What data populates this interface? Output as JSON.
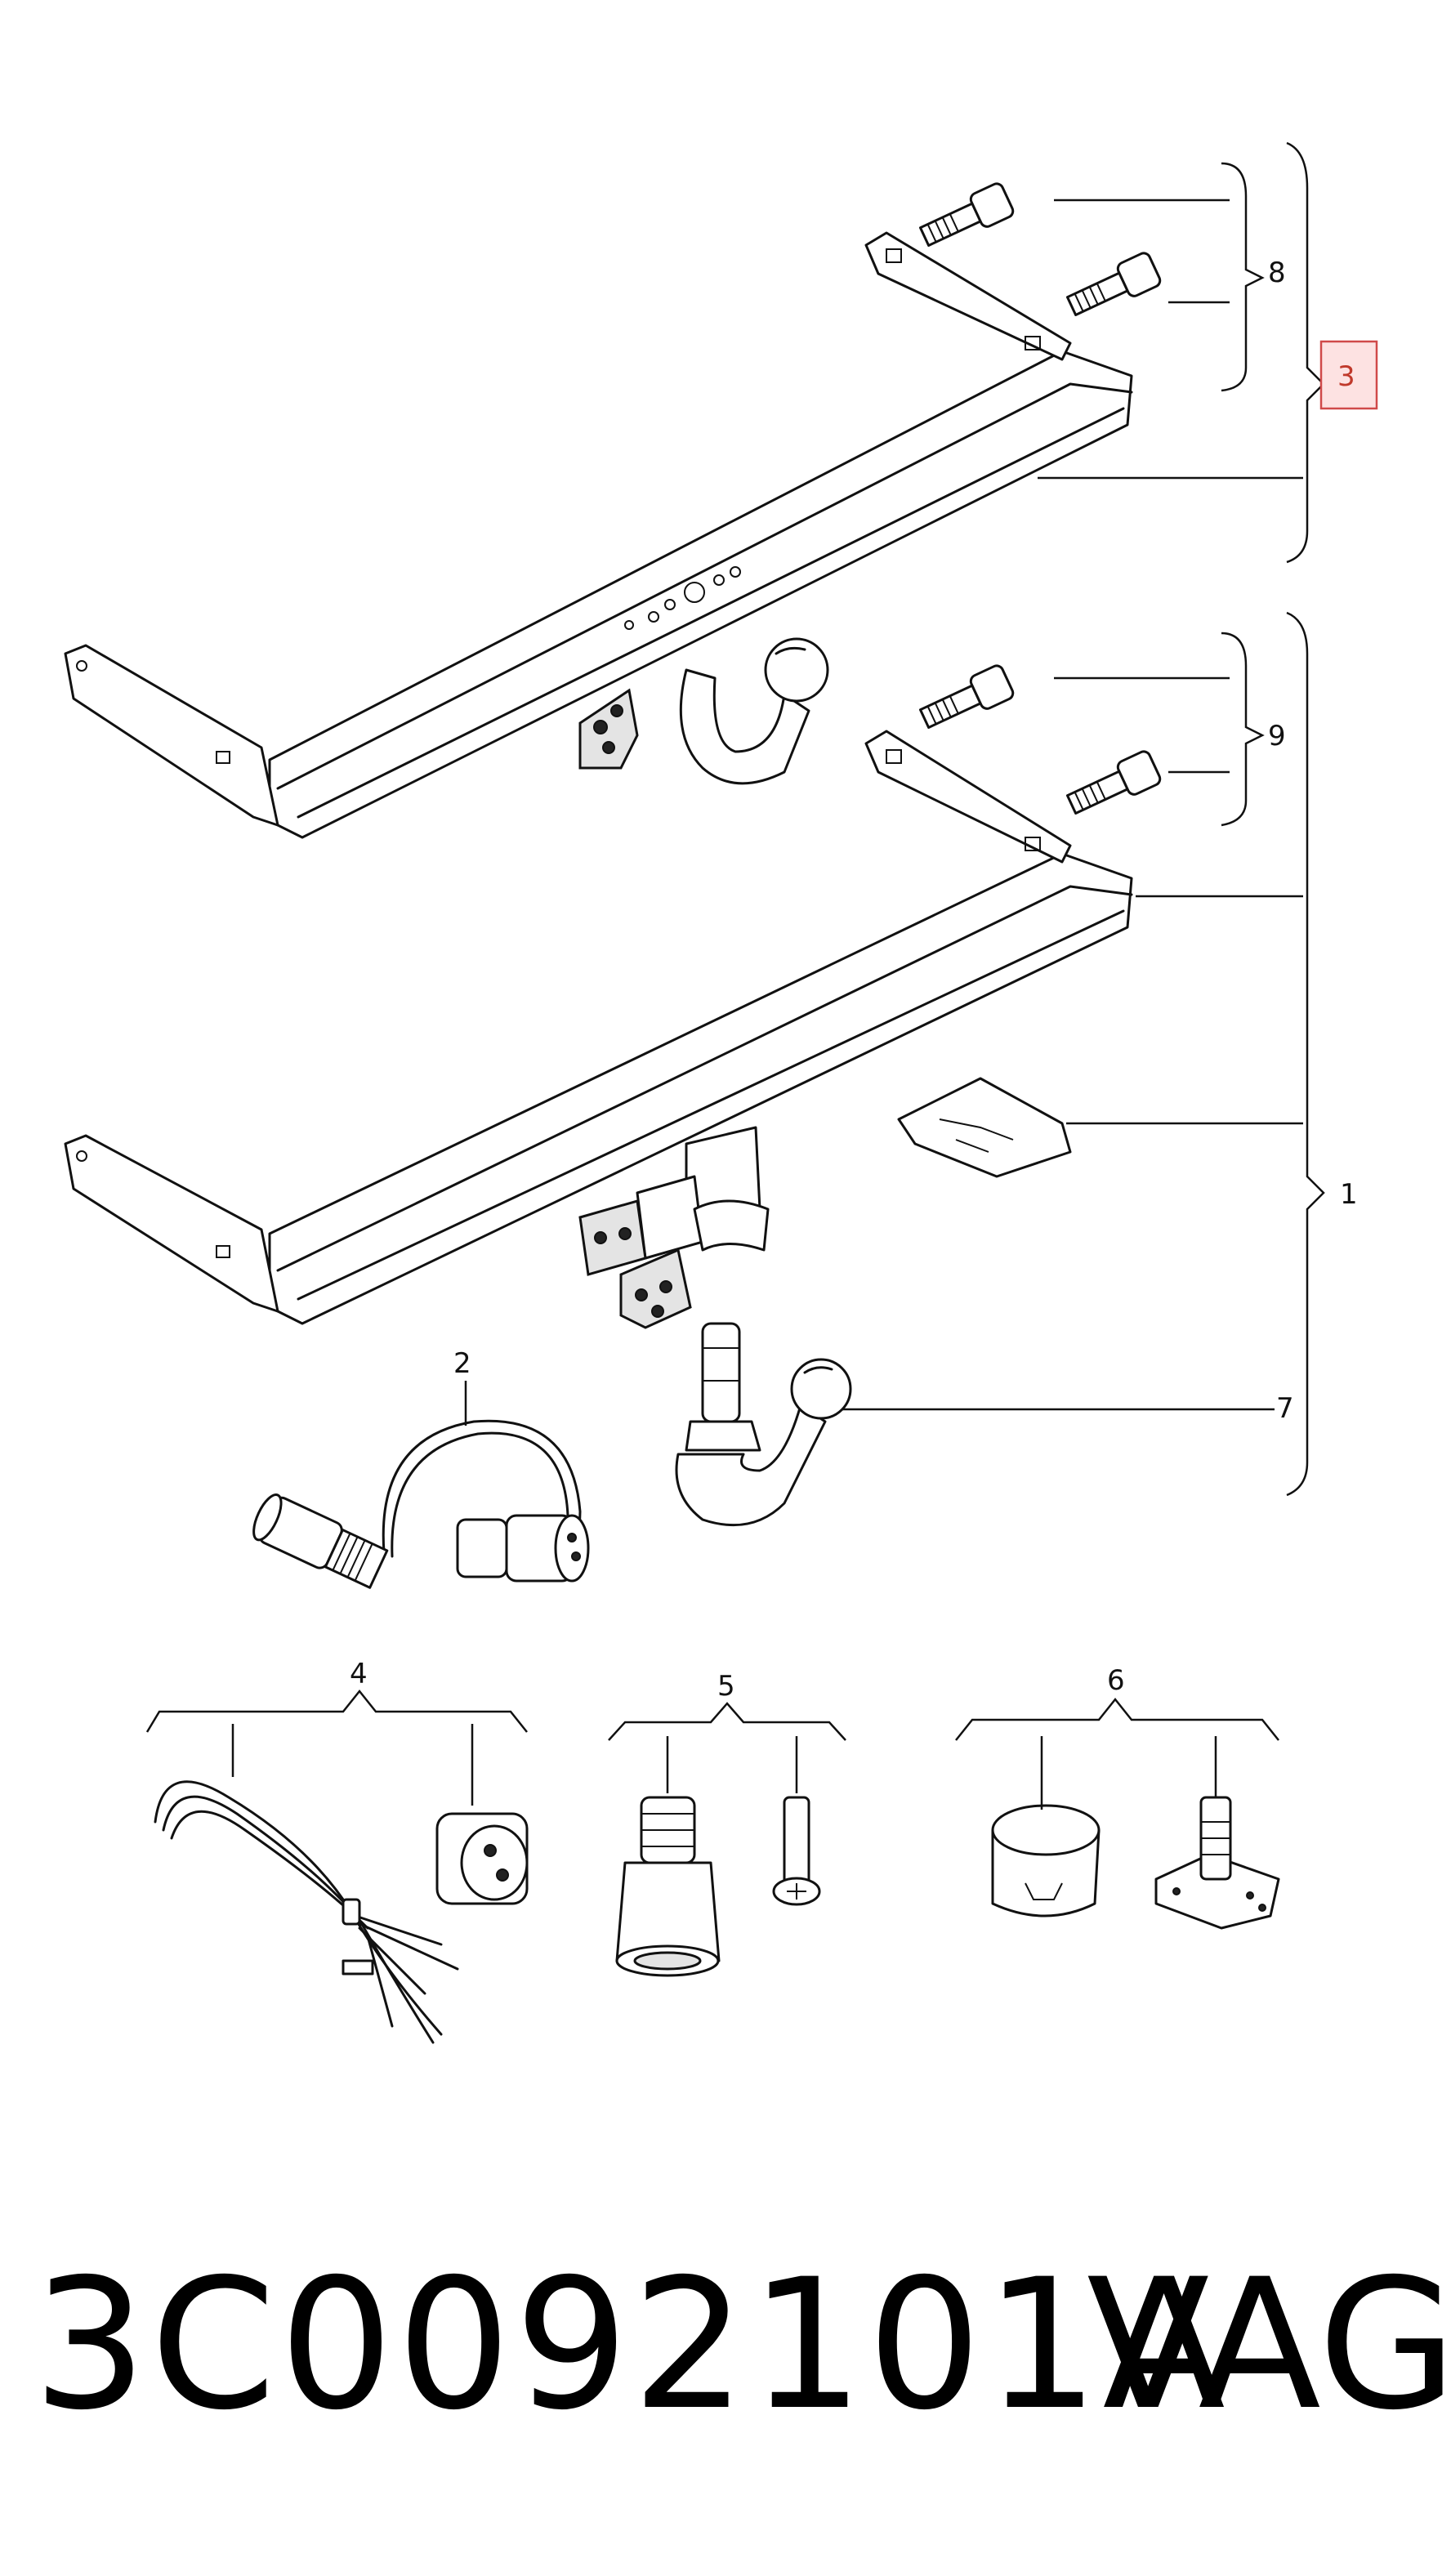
{
  "callouts": {
    "c1": "1",
    "c2": "2",
    "c3": "3",
    "c4": "4",
    "c5": "5",
    "c6": "6",
    "c7": "7",
    "c8": "8",
    "c9": "9"
  },
  "highlighted_callout": "3",
  "highlight_color": "#d04a4a",
  "footer": {
    "part_number": "3C0092101A",
    "brand": "VAG"
  }
}
